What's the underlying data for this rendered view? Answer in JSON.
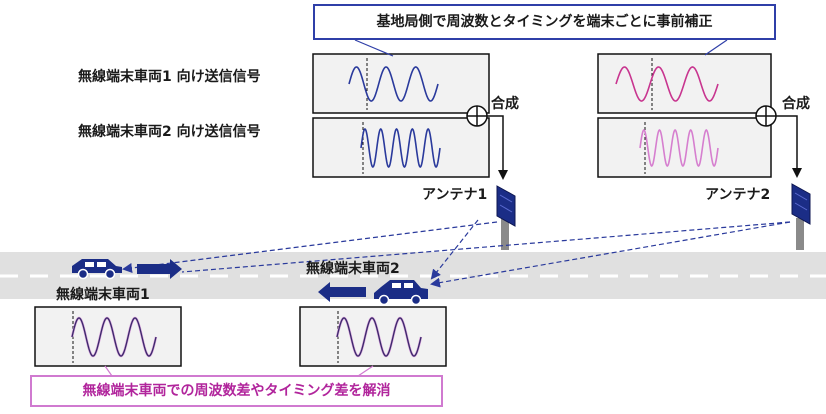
{
  "title_banner": "基地局側で周波数とタイミングを端末ごとに事前補正",
  "bottom_banner": "無線端末車両での周波数差やタイミング差を解消",
  "signal_labels": {
    "vehicle1_signal": "無線端末車両1 向け送信信号",
    "vehicle2_signal": "無線端末車両2 向け送信信号"
  },
  "combiner_label": "合成",
  "antennas": [
    "アンテナ1",
    "アンテナ2"
  ],
  "vehicles": [
    "無線端末車両1",
    "無線端末車両2"
  ],
  "colors": {
    "wave_navy": "#2a3a9c",
    "wave_magenta": "#c8358f",
    "wave_light_magenta": "#d67fcf",
    "received_dark": "#3a2a6a",
    "received_light": "#d49ad8",
    "car_navy": "#1b2d86",
    "road_gray": "#e0e0e0",
    "banner_blue_border": "#2f3fa8",
    "banner_pink_border": "#d07ad0",
    "banner_pink_text": "#b1259c"
  },
  "icons": [
    "car-icon",
    "car-icon",
    "arrow-right-icon",
    "arrow-left-icon",
    "antenna-panel-icon",
    "antenna-panel-icon",
    "combiner-icon",
    "combiner-icon"
  ]
}
